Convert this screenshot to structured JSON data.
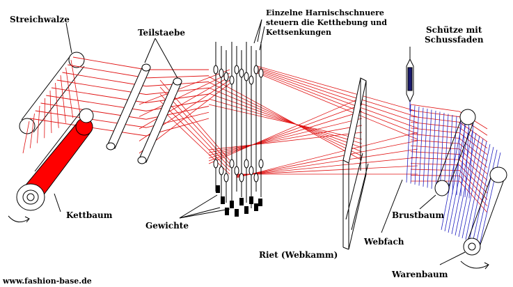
{
  "labels": {
    "streichwalze": "Streichwalze",
    "teilstaebe": "Teilstaebe",
    "harnisch_line1": "Einzelne Harnischschnuere",
    "harnisch_line2": "steuern die Ketthebung und",
    "harnisch_line3": "Kettsenkungen",
    "schuetze_line1": "Schütze mit",
    "schuetze_line2": "Schussfaden",
    "kettbaum": "Kettbaum",
    "gewichte": "Gewichte",
    "riet": "Riet (Webkamm)",
    "webfach": "Webfach",
    "brustbaum": "Brustbaum",
    "warenbaum": "Warenbaum",
    "website": "www.fashion-base.de"
  },
  "colors": {
    "warp_thread": "#e01010",
    "weft_thread": "#2020c0",
    "warp_beam": "#ff0000",
    "outline": "#000000",
    "shuttle_bobbin": "#1a1a6e"
  }
}
